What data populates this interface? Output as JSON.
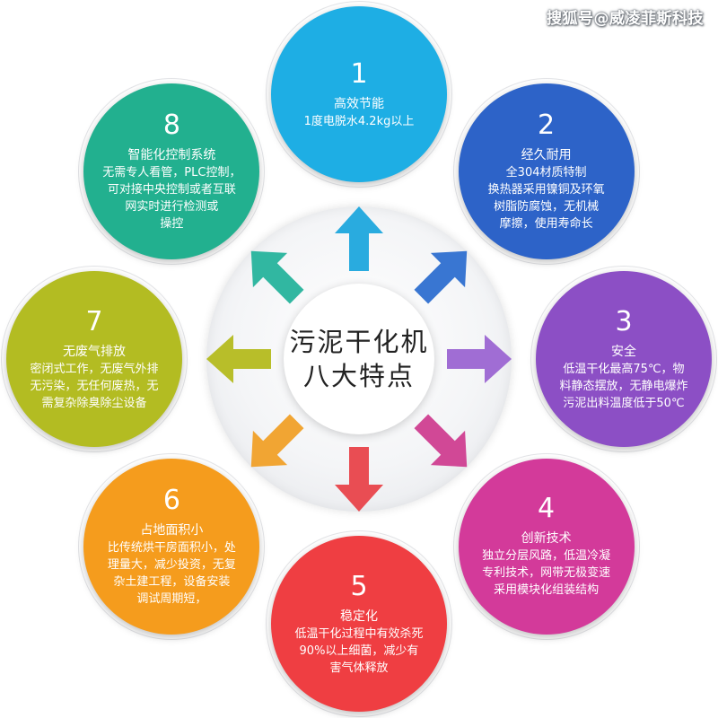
{
  "watermark": "搜狐号@威凌菲斯科技",
  "center": {
    "lines": [
      "污泥干化机",
      "八大特点"
    ]
  },
  "features": [
    {
      "num": "1",
      "title": "高效节能",
      "lines": [
        "1度电脱水4.2kg以上"
      ],
      "color": "#1eaee4",
      "arrow": "#1ea7dd"
    },
    {
      "num": "2",
      "title": "经久耐用",
      "lines": [
        "全304材质特制",
        "换热器采用镍铜及环氧",
        "树脂防腐蚀，无机械",
        "摩擦，使用寿命长"
      ],
      "color": "#2d63c8",
      "arrow": "#2e6fd0"
    },
    {
      "num": "3",
      "title": "安全",
      "lines": [
        "低温干化最高75℃，物",
        "料静态摆放，无静电爆炸",
        "污泥出料温度低于50℃"
      ],
      "color": "#8c4fc5",
      "arrow": "#9b65d2"
    },
    {
      "num": "4",
      "title": "创新技术",
      "lines": [
        "独立分层风路，低温冷凝",
        "专利技术，网带无极变速",
        "采用模块化组装结构"
      ],
      "color": "#d33a9a",
      "arrow": "#cf3e90"
    },
    {
      "num": "5",
      "title": "稳定化",
      "lines": [
        "低温干化过程中有效杀死",
        "90%以上细菌，减少有",
        "害气体释放"
      ],
      "color": "#ef3e42",
      "arrow": "#e8434a"
    },
    {
      "num": "6",
      "title": "占地面积小",
      "lines": [
        "比传统烘干房面积小，处",
        "理量大，减少投资，无复",
        "杂土建工程，设备安装",
        "调试周期短，"
      ],
      "color": "#f59c1d",
      "arrow": "#f0a028"
    },
    {
      "num": "7",
      "title": "无废气排放",
      "lines": [
        "密闭式工作，无废气外排",
        "无污染，无任何废热，无",
        "需复杂除臭除尘设备"
      ],
      "color": "#b3bc22",
      "arrow": "#b4bb1e"
    },
    {
      "num": "8",
      "title": "智能化控制系统",
      "lines": [
        "无需专人看管，PLC控制，",
        "可对接中央控制或者互联",
        "网实时进行检测或",
        "操控"
      ],
      "color": "#22b08f",
      "arrow": "#26b39c"
    }
  ]
}
